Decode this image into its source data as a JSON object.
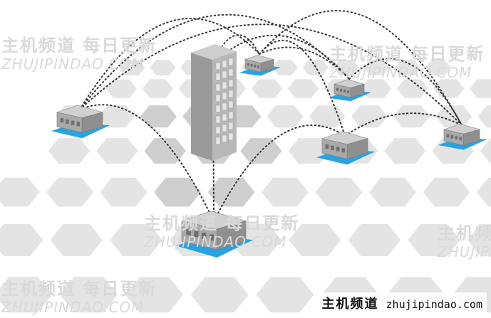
{
  "watermark": {
    "cn": "主机频道 每日更新",
    "en": "ZHUJIPINDAO.COM",
    "cn_short": "主机频",
    "en_short": "ZHUJIPIN"
  },
  "brand": {
    "cn": "主机频道",
    "en": "zhujipindao.com"
  },
  "colors": {
    "hex_light": "#e4e4e4",
    "hex_dark": "#cfcfcf",
    "accent_blue": "#29a3e0",
    "server_gray": "#a9a9a9",
    "tower_gray": "#9a9a9a",
    "link_dots": "#333333"
  },
  "icons": {
    "central": "data-center-tower-icon",
    "node": "server-node-icon"
  }
}
